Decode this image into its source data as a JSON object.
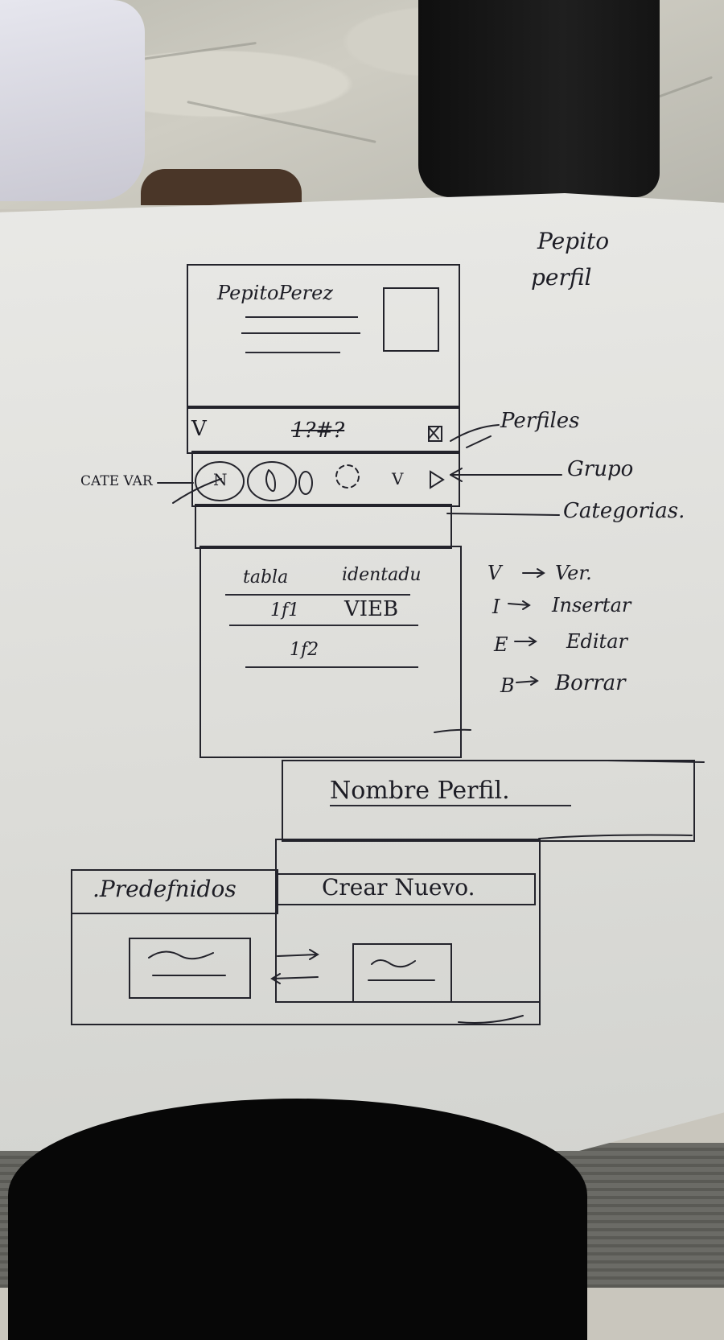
{
  "title": {
    "line1": "Pepito",
    "line2": "perfil"
  },
  "profile_card": {
    "name": "PepitoPerez"
  },
  "menu_bar": {
    "left": "V",
    "middle": "1?#?"
  },
  "category_bar": {
    "annotation": "CATE VAR",
    "selected_icon": "N",
    "right_icon": "V"
  },
  "annotations": {
    "perfiles": "Perfiles",
    "grupo": "Grupo",
    "categorias": "Categorias."
  },
  "table": {
    "headers": [
      "tabla",
      "identadu"
    ],
    "rows": [
      {
        "label": "1f1",
        "actions": "VIEB"
      },
      {
        "label": "1f2",
        "actions": ""
      }
    ]
  },
  "legend": [
    {
      "key": "V",
      "meaning": "Ver."
    },
    {
      "key": "I",
      "meaning": "Insertar"
    },
    {
      "key": "E",
      "meaning": "Editar"
    },
    {
      "key": "B",
      "meaning": "Borrar"
    }
  ],
  "name_field": {
    "value": "Nombre Perfil."
  },
  "tabs": {
    "predefined": ".Predefnidos",
    "create_new": "Crear Nuevo."
  }
}
